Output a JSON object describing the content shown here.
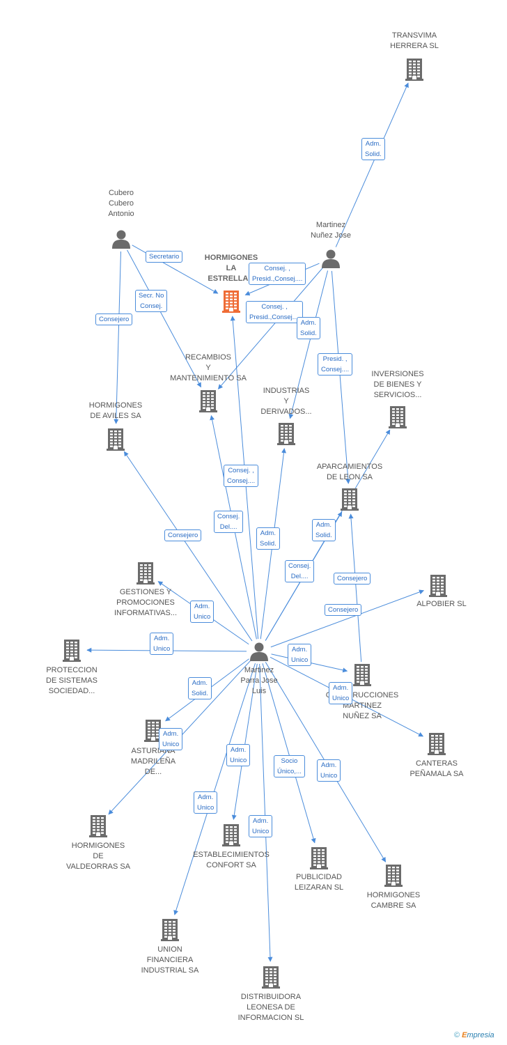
{
  "colors": {
    "accent": "#4a8cdb",
    "company": "#6b6b6b",
    "focus": "#ef6c36",
    "person": "#6b6b6b",
    "edge_text": "#2a6cc4"
  },
  "nodes": [
    {
      "id": "transvima",
      "type": "company",
      "label": [
        "TRANSVIMA",
        "HERRERA SL"
      ]
    },
    {
      "id": "cubero",
      "type": "person",
      "label": [
        "Cubero",
        "Cubero",
        "Antonio"
      ]
    },
    {
      "id": "martinez_nunez",
      "type": "person",
      "label": [
        "Martinez",
        "Nuñez Jose"
      ]
    },
    {
      "id": "hormigones_estrella",
      "type": "focus",
      "label": [
        "HORMIGONES",
        "LA",
        "ESTRELLA..."
      ]
    },
    {
      "id": "recambios",
      "type": "company",
      "label": [
        "RECAMBIOS",
        "Y",
        "MANTENIMIENTO SA"
      ]
    },
    {
      "id": "industrias",
      "type": "company",
      "label": [
        "INDUSTRIAS",
        "Y",
        "DERIVADOS..."
      ]
    },
    {
      "id": "inversiones",
      "type": "company",
      "label": [
        "INVERSIONES",
        "DE BIENES Y",
        "SERVICIOS..."
      ]
    },
    {
      "id": "hormigones_aviles",
      "type": "company",
      "label": [
        "HORMIGONES",
        "DE AVILES SA"
      ]
    },
    {
      "id": "aparcamientos",
      "type": "company",
      "label": [
        "APARCAMIENTOS",
        "DE LEON SA"
      ]
    },
    {
      "id": "gestiones",
      "type": "company",
      "label": [
        "GESTIONES Y",
        "PROMOCIONES",
        "INFORMATIVAS..."
      ]
    },
    {
      "id": "alpobier",
      "type": "company",
      "label": [
        "ALPOBIER SL"
      ]
    },
    {
      "id": "proteccion",
      "type": "company",
      "label": [
        "PROTECCION",
        "DE SISTEMAS",
        "SOCIEDAD..."
      ]
    },
    {
      "id": "martinez_parra",
      "type": "person",
      "label": [
        "Martinez",
        "Parra Jose",
        "Luis"
      ]
    },
    {
      "id": "construcciones",
      "type": "company",
      "label": [
        "CONSTRUCCIONES",
        "MARTINEZ",
        "NUÑEZ SA"
      ]
    },
    {
      "id": "asturiana",
      "type": "company",
      "label": [
        "ASTURIANA",
        "MADRILEÑA",
        "DE..."
      ]
    },
    {
      "id": "canteras",
      "type": "company",
      "label": [
        "CANTERAS",
        "PEÑAMALA SA"
      ]
    },
    {
      "id": "hormigones_valdeorras",
      "type": "company",
      "label": [
        "HORMIGONES",
        "DE",
        "VALDEORRAS SA"
      ]
    },
    {
      "id": "establecimientos",
      "type": "company",
      "label": [
        "ESTABLECIMIENTOS",
        "CONFORT SA"
      ]
    },
    {
      "id": "publicidad",
      "type": "company",
      "label": [
        "PUBLICIDAD",
        "LEIZARAN SL"
      ]
    },
    {
      "id": "hormigones_cambre",
      "type": "company",
      "label": [
        "HORMIGONES",
        "CAMBRE SA"
      ]
    },
    {
      "id": "union",
      "type": "company",
      "label": [
        "UNION",
        "FINANCIERA",
        "INDUSTRIAL SA"
      ]
    },
    {
      "id": "distribuidora",
      "type": "company",
      "label": [
        "DISTRIBUIDORA",
        "LEONESA DE",
        "INFORMACION SL"
      ]
    }
  ],
  "edges": [
    {
      "from": "martinez_nunez",
      "to": "transvima",
      "label": [
        "Adm.",
        "Solid."
      ]
    },
    {
      "from": "cubero",
      "to": "hormigones_estrella",
      "label": [
        "Secretario"
      ]
    },
    {
      "from": "cubero",
      "to": "recambios",
      "label": [
        "Secr.  No",
        "Consej."
      ]
    },
    {
      "from": "cubero",
      "to": "hormigones_aviles",
      "label": [
        "Consejero"
      ]
    },
    {
      "from": "martinez_nunez",
      "to": "hormigones_estrella",
      "label": [
        "Consej. ,",
        "Presid.,Consej...."
      ]
    },
    {
      "from": "martinez_nunez",
      "to": "recambios",
      "label": [
        "Consej. ,",
        "Presid.,Consej...."
      ]
    },
    {
      "from": "martinez_nunez",
      "to": "industrias",
      "label": [
        "Adm.",
        "Solid."
      ]
    },
    {
      "from": "martinez_nunez",
      "to": "aparcamientos",
      "label": [
        "Presid. ,",
        "Consej...."
      ]
    },
    {
      "from": "martinez_parra",
      "to": "hormigones_estrella",
      "label": [
        "Consej. ,",
        "Consej...."
      ]
    },
    {
      "from": "martinez_parra",
      "to": "recambios",
      "label": [
        "Consej.",
        "Del...."
      ]
    },
    {
      "from": "martinez_parra",
      "to": "industrias",
      "label": [
        "Adm.",
        "Solid."
      ]
    },
    {
      "from": "martinez_parra",
      "to": "hormigones_aviles",
      "label": [
        "Consejero"
      ]
    },
    {
      "from": "martinez_parra",
      "to": "aparcamientos",
      "label": [
        "Adm.",
        "Solid."
      ]
    },
    {
      "from": "martinez_parra",
      "to": "inversiones",
      "label": [
        "Consej.",
        "Del...."
      ]
    },
    {
      "from": "construcciones",
      "to": "aparcamientos",
      "label": [
        "Consejero"
      ]
    },
    {
      "from": "martinez_parra",
      "to": "alpobier",
      "label": [
        "Consejero"
      ]
    },
    {
      "from": "martinez_parra",
      "to": "gestiones",
      "label": [
        "Adm.",
        "Unico"
      ]
    },
    {
      "from": "martinez_parra",
      "to": "proteccion",
      "label": [
        "Adm.",
        "Unico"
      ]
    },
    {
      "from": "martinez_parra",
      "to": "construcciones",
      "label": [
        "Adm.",
        "Unico"
      ]
    },
    {
      "from": "martinez_parra",
      "to": "canteras",
      "label": [
        "Adm.",
        "Unico"
      ]
    },
    {
      "from": "martinez_parra",
      "to": "asturiana",
      "label": [
        "Adm.",
        "Solid."
      ]
    },
    {
      "from": "martinez_parra",
      "to": "hormigones_valdeorras",
      "label": [
        "Adm.",
        "Unico"
      ]
    },
    {
      "from": "martinez_parra",
      "to": "establecimientos",
      "label": [
        "Adm.",
        "Unico"
      ]
    },
    {
      "from": "martinez_parra",
      "to": "union",
      "label": [
        "Adm.",
        "Unico"
      ]
    },
    {
      "from": "martinez_parra",
      "to": "distribuidora",
      "label": [
        "Adm.",
        "Unico"
      ]
    },
    {
      "from": "martinez_parra",
      "to": "publicidad",
      "label": [
        "Socio",
        "Único,..."
      ]
    },
    {
      "from": "martinez_parra",
      "to": "hormigones_cambre",
      "label": [
        "Adm.",
        "Unico"
      ]
    }
  ],
  "footer": {
    "copyright": "©",
    "brand_initial": "E",
    "brand_rest": "mpresia"
  }
}
